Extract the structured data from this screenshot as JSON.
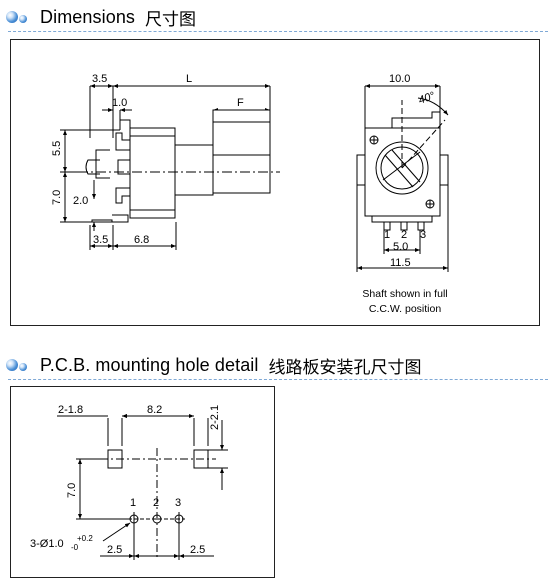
{
  "dimensions_section": {
    "title": "Dimensions",
    "title_cn": "尺寸图",
    "side_view": {
      "dim_3_5_top": "3.5",
      "dim_L": "L",
      "dim_1_0": "1.0",
      "dim_F": "F",
      "dim_5_5": "5.5",
      "dim_7_0": "7.0",
      "dim_2_0": "2.0",
      "dim_3_5_bottom": "3.5",
      "dim_6_8": "6.8"
    },
    "front_view": {
      "dim_10_0": "10.0",
      "dim_angle": "40°",
      "pin_1": "1",
      "pin_2": "2",
      "pin_3": "3",
      "dim_5_0": "5.0",
      "dim_11_5": "11.5"
    },
    "note_line1": "Shaft shown in full",
    "note_line2": "C.C.W. position"
  },
  "pcb_section": {
    "title": "P.C.B. mounting hole detail",
    "title_cn": "线路板安装孔尺寸图",
    "dim_2_1_8": "2-1.8",
    "dim_8_2": "8.2",
    "dim_2_2_1": "2-2.1",
    "dim_7_0": "7.0",
    "hole_label_1": "1",
    "hole_label_2": "2",
    "hole_label_3": "3",
    "hole_spec": "3-Ø1.0",
    "hole_tol_upper": "+0.2",
    "hole_tol_lower": "-0",
    "dim_2_5_left": "2.5",
    "dim_2_5_right": "2.5"
  }
}
